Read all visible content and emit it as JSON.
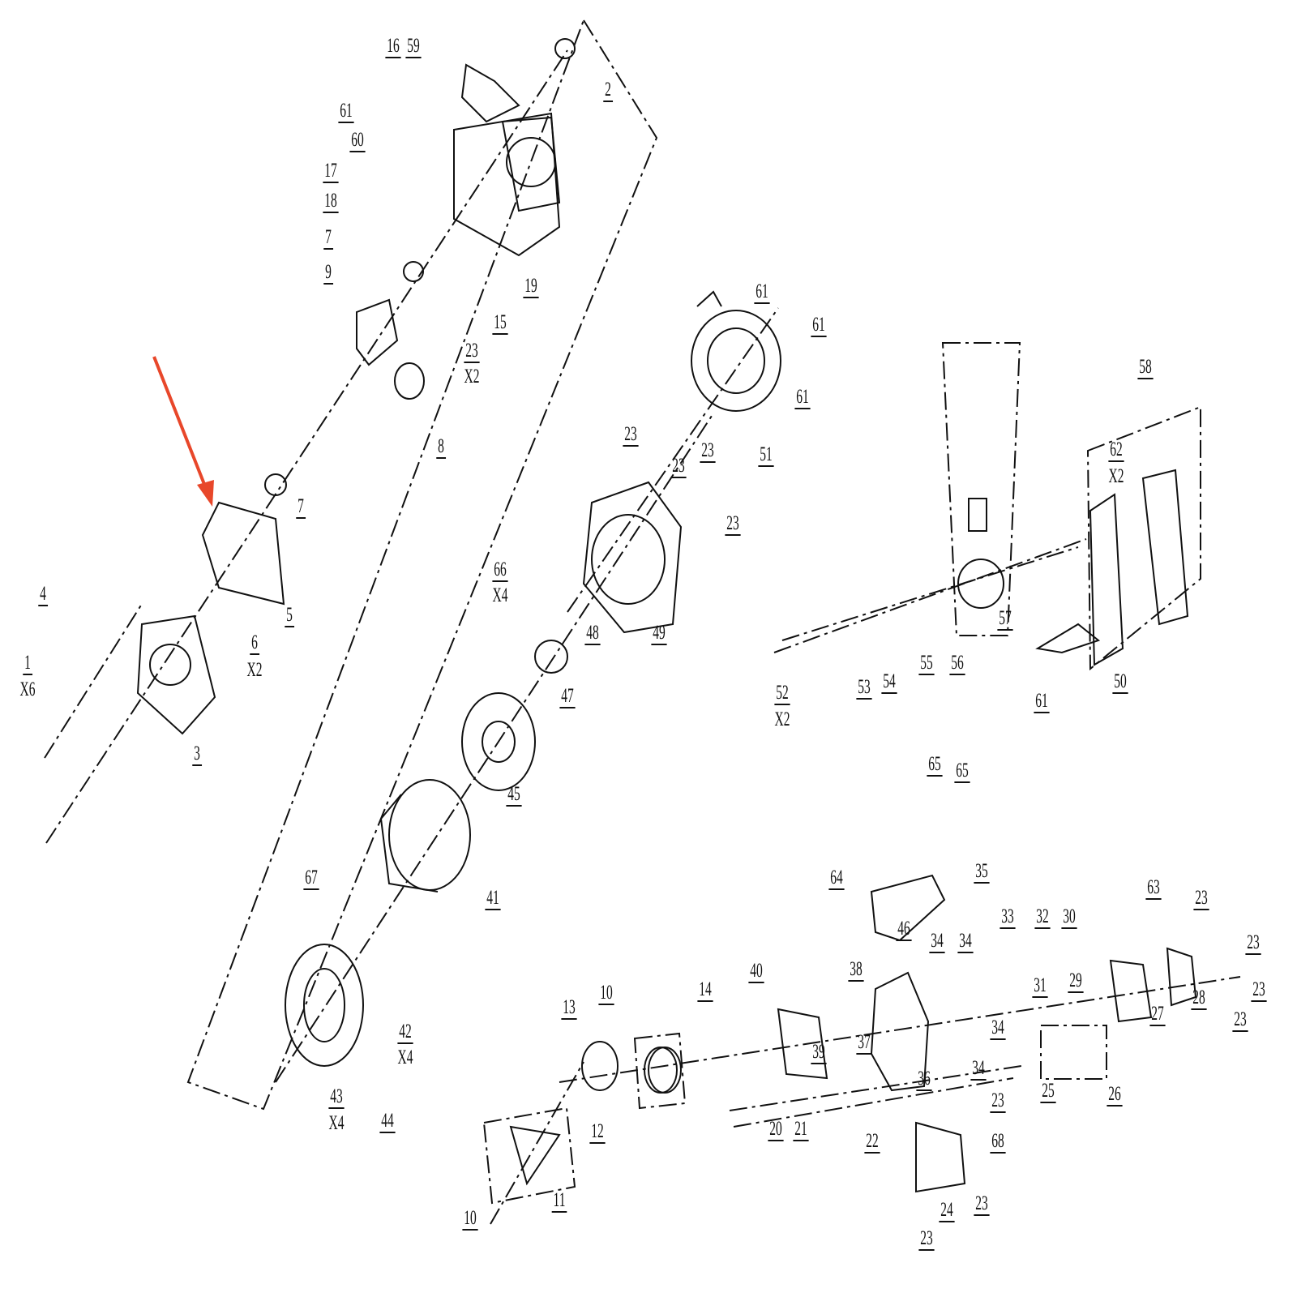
{
  "diagram": {
    "type": "exploded-parts-diagram",
    "arrow_color": "#e8472a",
    "line_color": "#111111",
    "callouts": [
      "16",
      "59",
      "61",
      "60",
      "17",
      "18",
      "2",
      "7",
      "9",
      "19",
      "15",
      "23",
      "X2",
      "8",
      "7",
      "5",
      "4",
      "1",
      "X6",
      "6",
      "X2",
      "3",
      "61",
      "61",
      "61",
      "51",
      "23",
      "23",
      "23",
      "23",
      "49",
      "66",
      "X4",
      "48",
      "47",
      "45",
      "41",
      "67",
      "42",
      "X4",
      "43",
      "X4",
      "44",
      "58",
      "62",
      "X2",
      "57",
      "56",
      "55",
      "54",
      "53",
      "52",
      "X2",
      "61",
      "50",
      "65",
      "65",
      "64",
      "35",
      "46",
      "63",
      "23",
      "23",
      "23",
      "23",
      "28",
      "27",
      "33",
      "32",
      "30",
      "34",
      "34",
      "31",
      "29",
      "34",
      "34",
      "36",
      "37",
      "38",
      "40",
      "39",
      "25",
      "26",
      "23",
      "68",
      "24",
      "23",
      "23",
      "20",
      "21",
      "22",
      "14",
      "13",
      "10",
      "12",
      "11",
      "10"
    ]
  }
}
